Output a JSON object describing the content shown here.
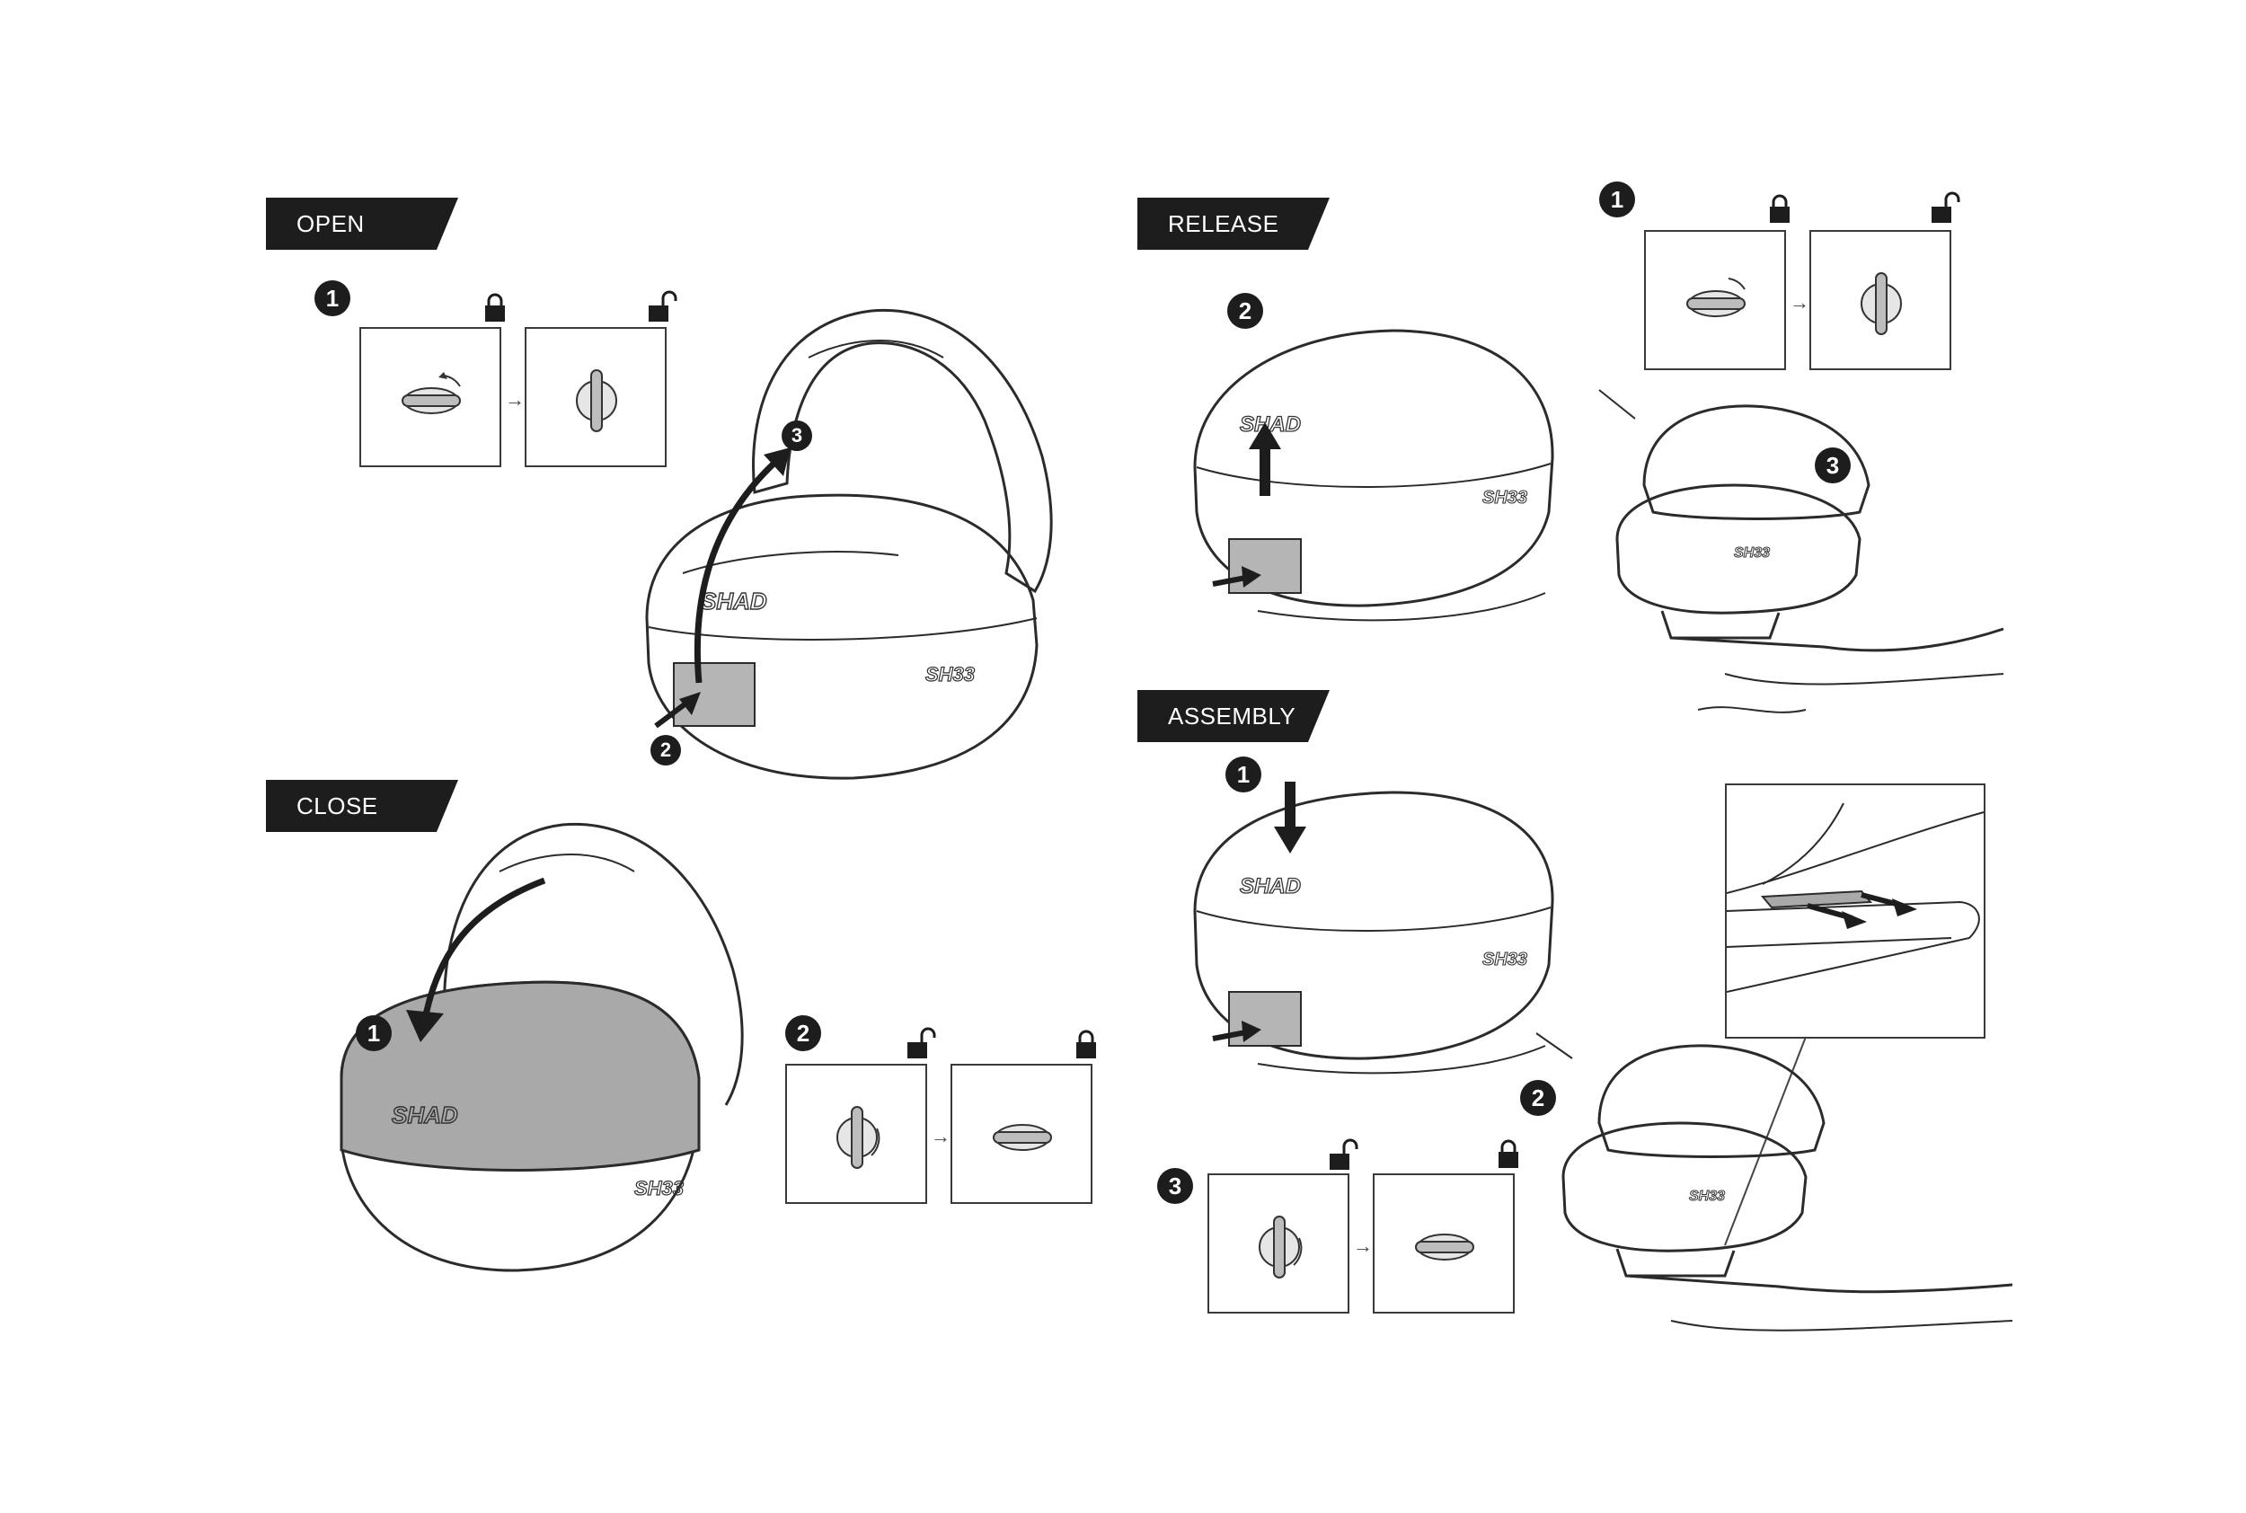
{
  "sections": {
    "open": {
      "title": "OPEN",
      "steps": [
        "1",
        "2",
        "3"
      ]
    },
    "close": {
      "title": "CLOSE",
      "steps": [
        "1",
        "2"
      ]
    },
    "release": {
      "title": "RELEASE",
      "steps": [
        "1",
        "2",
        "3"
      ]
    },
    "assembly": {
      "title": "ASSEMBLY",
      "steps": [
        "1",
        "2",
        "3"
      ]
    }
  },
  "brand": {
    "logo": "SHAD",
    "model": "SH33"
  },
  "icons": {
    "locked": "padlock-locked-icon",
    "unlocked": "padlock-unlocked-icon",
    "key_horizontal": "key-horizontal-icon",
    "key_vertical": "key-vertical-icon",
    "arrow": "arrow-right-icon"
  },
  "colors": {
    "tag_background": "#1d1d1d",
    "tag_text": "#ffffff",
    "line": "#2b2b2b",
    "highlight_gray": "#a9a9a9"
  }
}
